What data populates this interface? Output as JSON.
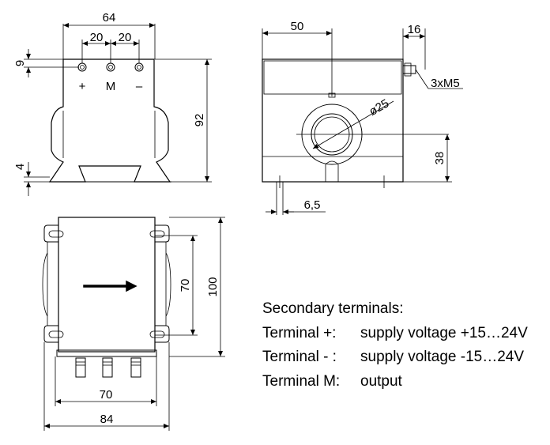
{
  "dimensions": {
    "front_width": "64",
    "front_pitch_left": "20",
    "front_pitch_right": "20",
    "front_top_offset": "9",
    "front_height": "92",
    "front_foot": "4",
    "terminal_plus": "+",
    "terminal_m": "M",
    "terminal_minus": "–",
    "side_width": "50",
    "side_screw_length": "16",
    "side_screw_label": "3xM5",
    "side_hole_diameter": "ø25",
    "side_hole_height": "38",
    "side_foot_width": "6,5",
    "top_inner_height": "70",
    "top_outer_height": "100",
    "top_inner_width": "70",
    "top_outer_width": "84"
  },
  "legend": {
    "heading": "Secondary terminals:",
    "rows": [
      {
        "label": "Terminal +:",
        "text": "supply voltage +15…24V"
      },
      {
        "label": "Terminal - :",
        "text": "supply voltage -15…24V"
      },
      {
        "label": "Terminal M:",
        "text": "output"
      }
    ]
  }
}
